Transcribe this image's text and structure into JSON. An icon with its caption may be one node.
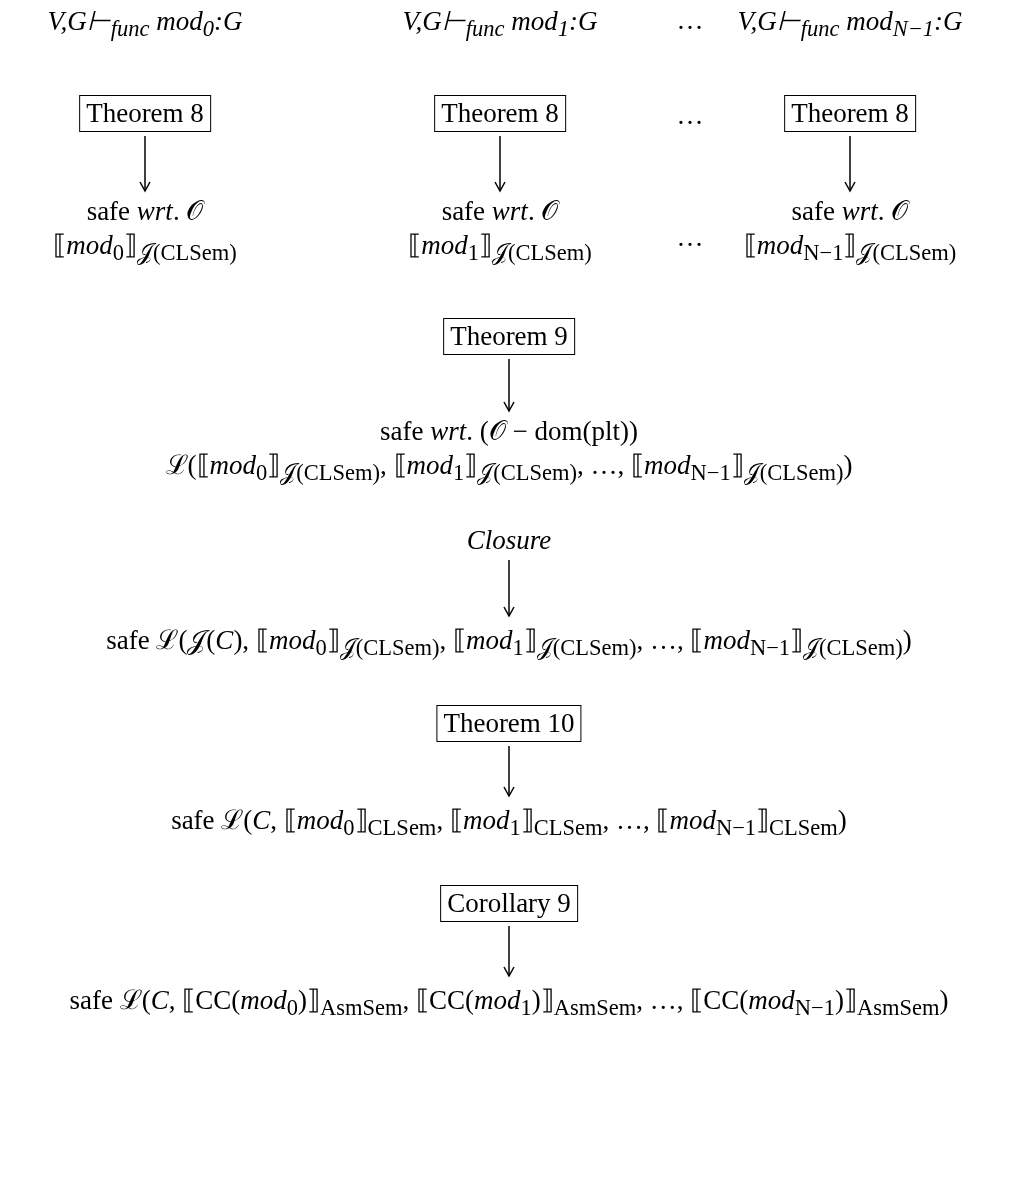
{
  "diagram": {
    "nodes": [
      {
        "text": [
          "V,G⊢$_{func}$ mod$_{0}$:G"
        ]
      },
      {
        "text": [
          "V,G⊢$_{func}$ mod$_{1}$:G"
        ]
      },
      {
        "text": [
          "V,G⊢$_{func}$ mod$_{N−1}$:G"
        ]
      },
      {
        "text": [
          "Theorem 8"
        ]
      },
      {
        "text": [
          "Theorem 8"
        ]
      },
      {
        "text": [
          "Theorem 8"
        ]
      },
      {
        "text": [
          "safe *wrt*. 𝒪",
          "⟦*mod*$_{0}$⟧$_{𝒥(CLSem)}$"
        ]
      },
      {
        "text": [
          "safe *wrt*. 𝒪",
          "⟦*mod*$_{1}$⟧$_{𝒥(CLSem)}$"
        ]
      },
      {
        "text": [
          "safe *wrt*. 𝒪",
          "⟦*mod*$_{N−1}$⟧$_{𝒥(CLSem)}$"
        ]
      },
      {
        "text": [
          "Theorem 9"
        ]
      },
      {
        "text": [
          "safe *wrt*. (𝒪 − dom(plt))",
          "ℒ(⟦*mod*$_{0}$⟧$_{𝒥(CLSem)}$, ⟦*mod*$_{1}$⟧$_{𝒥(CLSem)}$, …, ⟦*mod*$_{N−1}$⟧$_{𝒥(CLSem)}$)"
        ]
      },
      {
        "text": [
          "Closure"
        ]
      },
      {
        "text": [
          "safe ℒ(𝒥(*C*), ⟦*mod*$_{0}$⟧$_{𝒥(CLSem)}$, ⟦*mod*$_{1}$⟧$_{𝒥(CLSem)}$, …, ⟦*mod*$_{N−1}$⟧$_{𝒥(CLSem)}$)"
        ]
      },
      {
        "text": [
          "Theorem 10"
        ]
      },
      {
        "text": [
          "safe ℒ(*C*, ⟦*mod*$_{0}$⟧$_{CLSem}$, ⟦*mod*$_{1}$⟧$_{CLSem}$, …, ⟦*mod*$_{N−1}$⟧$_{CLSem}$)"
        ]
      },
      {
        "text": [
          "Corollary 9"
        ]
      },
      {
        "text": [
          "safe ℒ(*C*, ⟦CC(*mod*$_{0}$)⟧$_{AsmSem}$, ⟦CC(*mod*$_{1}$)⟧$_{AsmSem}$, …, ⟦CC(*mod*$_{N−1}$)⟧$_{AsmSem}$)"
        ]
      }
    ],
    "edges": [
      {
        "from": 3,
        "to": 6,
        "arrow": "to"
      },
      {
        "from": 4,
        "to": 7,
        "arrow": "to"
      },
      {
        "from": 5,
        "to": 8,
        "arrow": "to"
      },
      {
        "from": 9,
        "to": 10,
        "arrow": "to"
      },
      {
        "from": 11,
        "to": 12,
        "arrow": "to"
      },
      {
        "from": 13,
        "to": 14,
        "arrow": "to"
      },
      {
        "from": 15,
        "to": 16,
        "arrow": "to"
      }
    ],
    "labels": [
      "…",
      "…",
      "…"
    ]
  }
}
